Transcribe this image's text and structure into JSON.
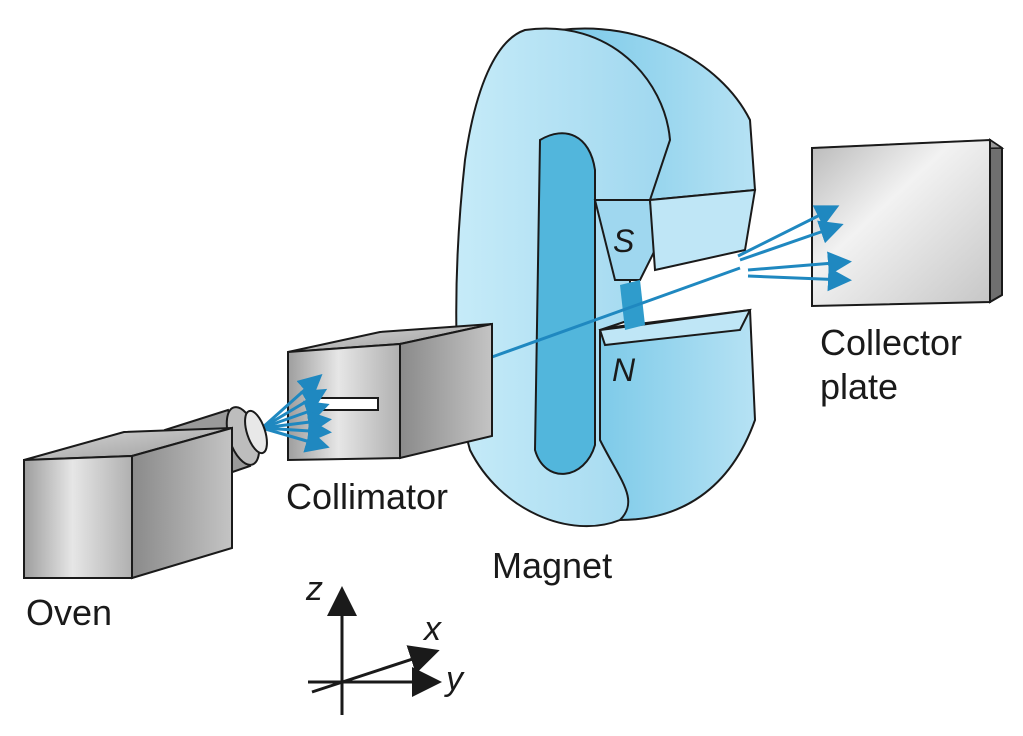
{
  "labels": {
    "oven": "Oven",
    "collimator": "Collimator",
    "magnet": "Magnet",
    "collector_line1": "Collector",
    "collector_line2": "plate",
    "pole_south": "S",
    "pole_north": "N",
    "axis_z": "z",
    "axis_x": "x",
    "axis_y": "y"
  },
  "colors": {
    "magnet_blue": "#a8dcf0",
    "magnet_dark": "#4fb2da",
    "beam_blue": "#1f88c0",
    "gray_box": "#c8c8c8",
    "outline": "#1a1a1a"
  }
}
